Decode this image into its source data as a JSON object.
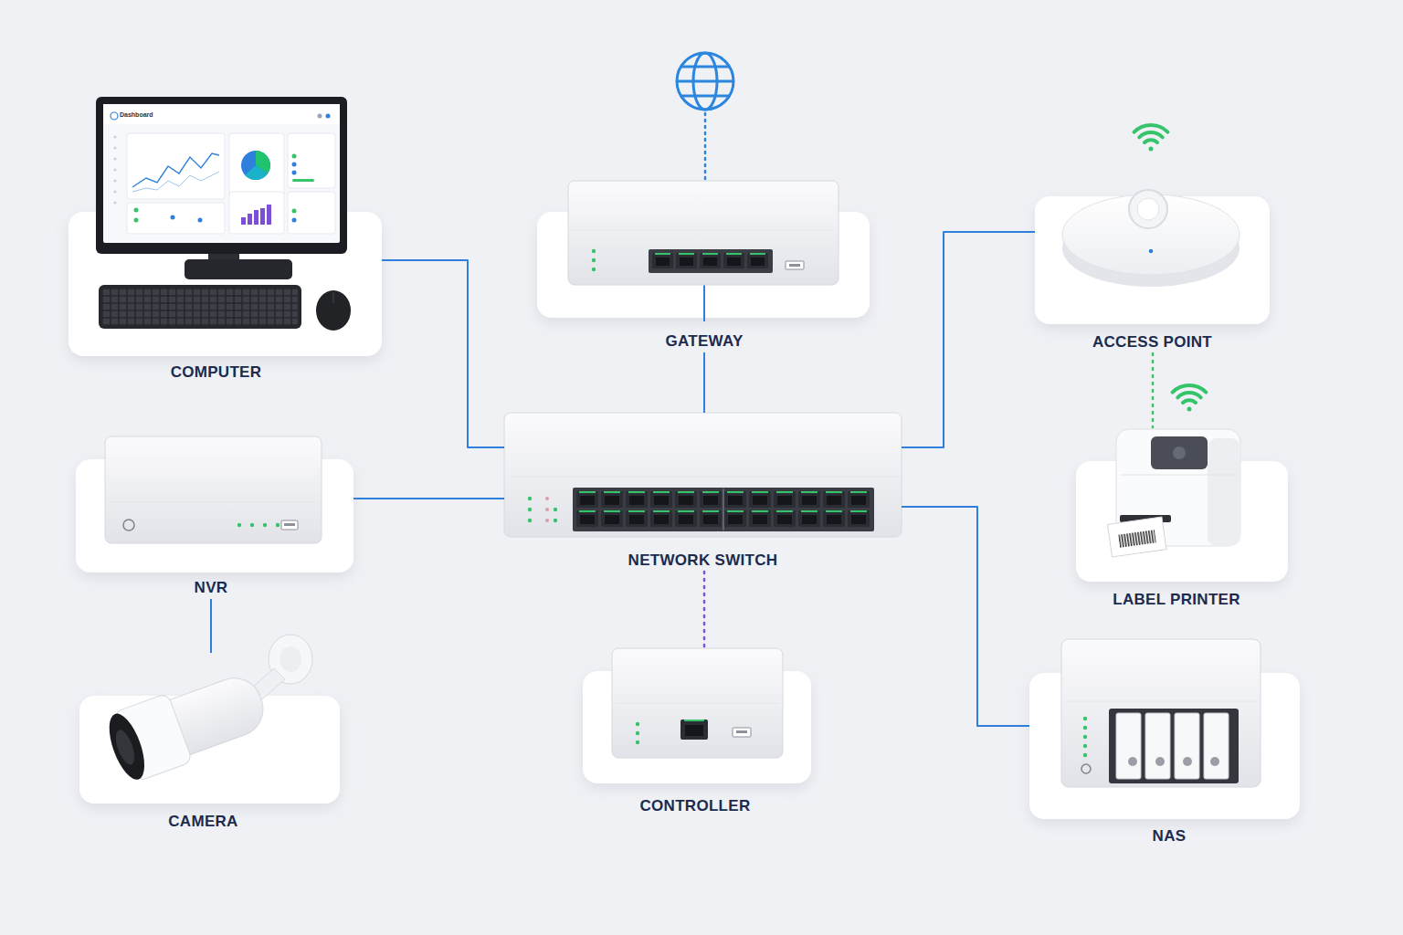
{
  "diagram": {
    "nodes": [
      {
        "text": [
          "COMPUTER"
        ]
      },
      {
        "text": [
          "GATEWAY"
        ]
      },
      {
        "text": [
          "ACCESS POINT"
        ]
      },
      {
        "text": [
          "NVR"
        ]
      },
      {
        "text": [
          "NETWORK SWITCH"
        ]
      },
      {
        "text": [
          "LABEL PRINTER"
        ]
      },
      {
        "text": [
          "CAMERA"
        ]
      },
      {
        "text": [
          "CONTROLLER"
        ]
      },
      {
        "text": [
          "NAS"
        ]
      }
    ],
    "edges": [
      {
        "from": 1,
        "to": 4,
        "arrow": "none"
      },
      {
        "from": 0,
        "to": 4,
        "arrow": "none"
      },
      {
        "from": 4,
        "to": 2,
        "arrow": "none"
      },
      {
        "from": 3,
        "to": 4,
        "arrow": "none"
      },
      {
        "from": 4,
        "to": 8,
        "arrow": "none"
      },
      {
        "from": 4,
        "to": 7,
        "arrow": "none"
      },
      {
        "from": 3,
        "to": 6,
        "arrow": "none"
      },
      {
        "from": 2,
        "to": 5,
        "arrow": "none"
      }
    ],
    "labels": [
      "Dashboard"
    ]
  }
}
